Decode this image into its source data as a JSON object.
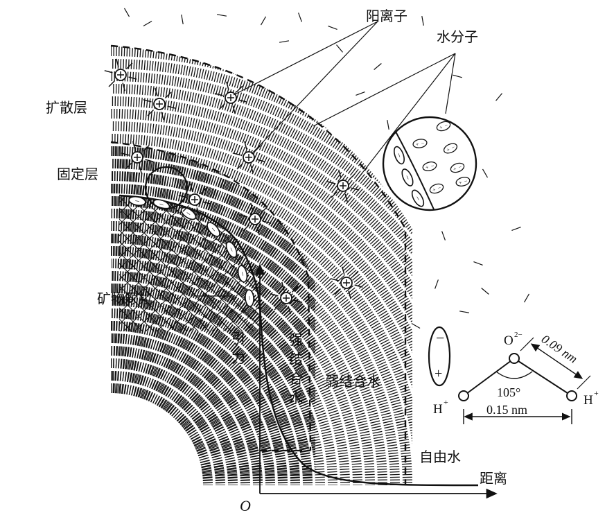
{
  "labels": {
    "cation": "阳离子",
    "water_molecule": "水分子",
    "diffuse_layer": "扩散层",
    "fixed_layer": "固定层",
    "mineral_particle": "矿物颗粒",
    "attraction_1": "引",
    "attraction_2": "力",
    "strong_bound_1": "强",
    "strong_bound_2": "结",
    "strong_bound_3": "合",
    "strong_bound_4": "水",
    "weak_bound_water": "弱结合水",
    "free_water": "自由水",
    "distance": "距离",
    "origin": "O"
  },
  "molecule": {
    "oxygen": "O",
    "oxygen_charge": "2−",
    "hydrogen": "H",
    "hydrogen_charge": "+",
    "bond_length": "0.09 nm",
    "angle": "105°",
    "h_distance": "0.15 nm"
  },
  "signs": {
    "positive": "+",
    "negative": "−"
  }
}
